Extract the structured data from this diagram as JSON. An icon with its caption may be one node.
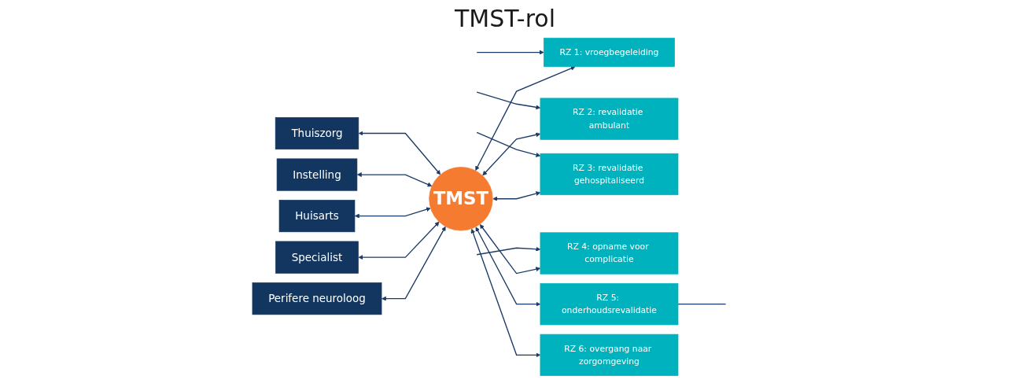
{
  "diagram": {
    "title": "TMST-rol",
    "nodes": [
      {
        "text": [
          "Perifere neuroloog"
        ]
      },
      {
        "text": [
          "Specialist"
        ]
      },
      {
        "text": [
          "Huisarts"
        ]
      },
      {
        "text": [
          "Instelling"
        ]
      },
      {
        "text": [
          "Thuiszorg"
        ]
      },
      {
        "text": [
          "TMST"
        ]
      },
      {
        "text": [
          "RZ 1: vroegbegeleiding"
        ]
      },
      {
        "text": [
          "RZ 2: revalidatie ambulant"
        ]
      },
      {
        "text": [
          "RZ 3: revalidatie gehospitaliseerd"
        ]
      },
      {
        "text": [
          "RZ 4: opname voor complicatie"
        ]
      },
      {
        "text": [
          "RZ 5: onderhoudsrevalidatie"
        ]
      },
      {
        "text": [
          "RZ 6: overgang naar zorgomgeving"
        ]
      }
    ],
    "edges": [
      {
        "from": 0,
        "to": 5,
        "arrow": "both"
      },
      {
        "from": 1,
        "to": 5,
        "arrow": "both"
      },
      {
        "from": 2,
        "to": 5,
        "arrow": "both"
      },
      {
        "from": 3,
        "to": 5,
        "arrow": "both"
      },
      {
        "from": 4,
        "to": 5,
        "arrow": "both"
      },
      {
        "from": 5,
        "to": 6,
        "arrow": "both"
      },
      {
        "from": 5,
        "to": 7,
        "arrow": "both"
      },
      {
        "from": 5,
        "to": 8,
        "arrow": "both"
      },
      {
        "from": 5,
        "to": 9,
        "arrow": "both"
      },
      {
        "from": 5,
        "to": 10,
        "arrow": "both"
      },
      {
        "from": 5,
        "to": 11,
        "arrow": "both"
      },
      {
        "from": null,
        "to": 6,
        "arrow": "to"
      },
      {
        "from": null,
        "to": 7,
        "arrow": "to"
      },
      {
        "from": null,
        "to": 8,
        "arrow": "to"
      },
      {
        "from": null,
        "to": 9,
        "arrow": "to"
      },
      {
        "from": 10,
        "to": null,
        "arrow": "none"
      }
    ]
  }
}
